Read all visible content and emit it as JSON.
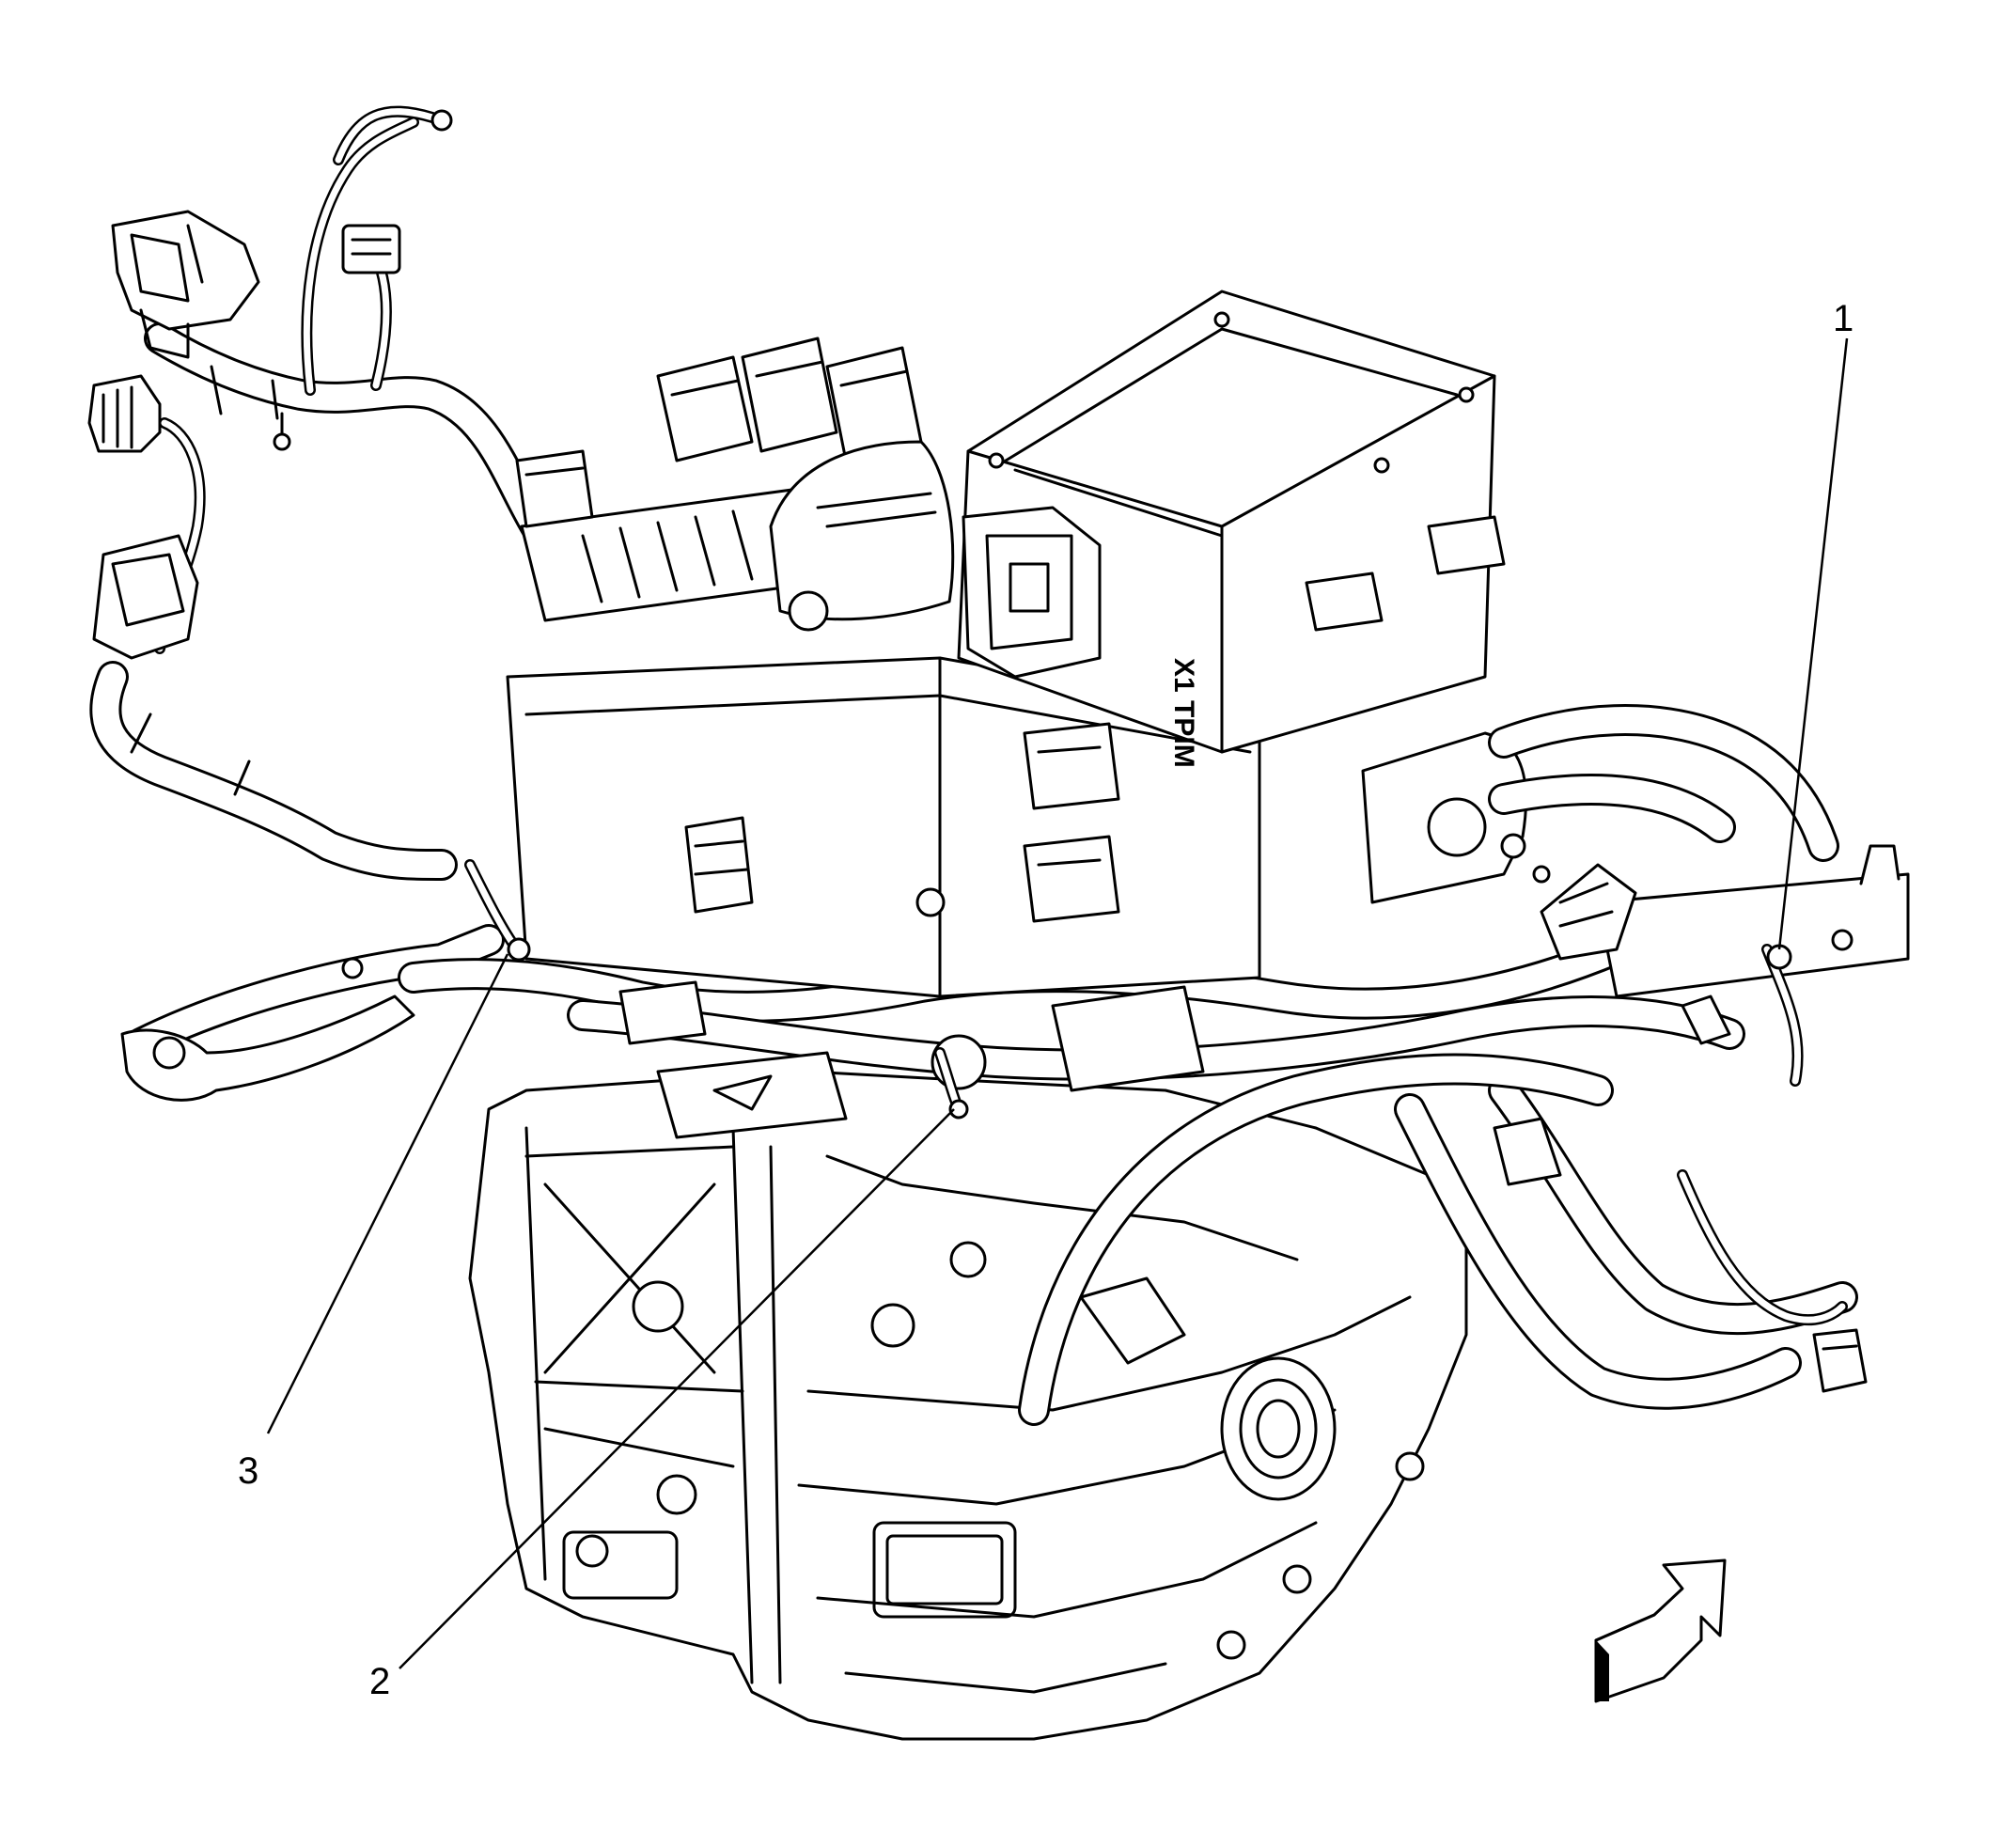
{
  "callouts": [
    {
      "id": "1",
      "label": "1"
    },
    {
      "id": "2",
      "label": "2"
    },
    {
      "id": "3",
      "label": "3"
    }
  ],
  "module_marking": "X1 TPIM",
  "orientation_arrow": "arrow-icon"
}
